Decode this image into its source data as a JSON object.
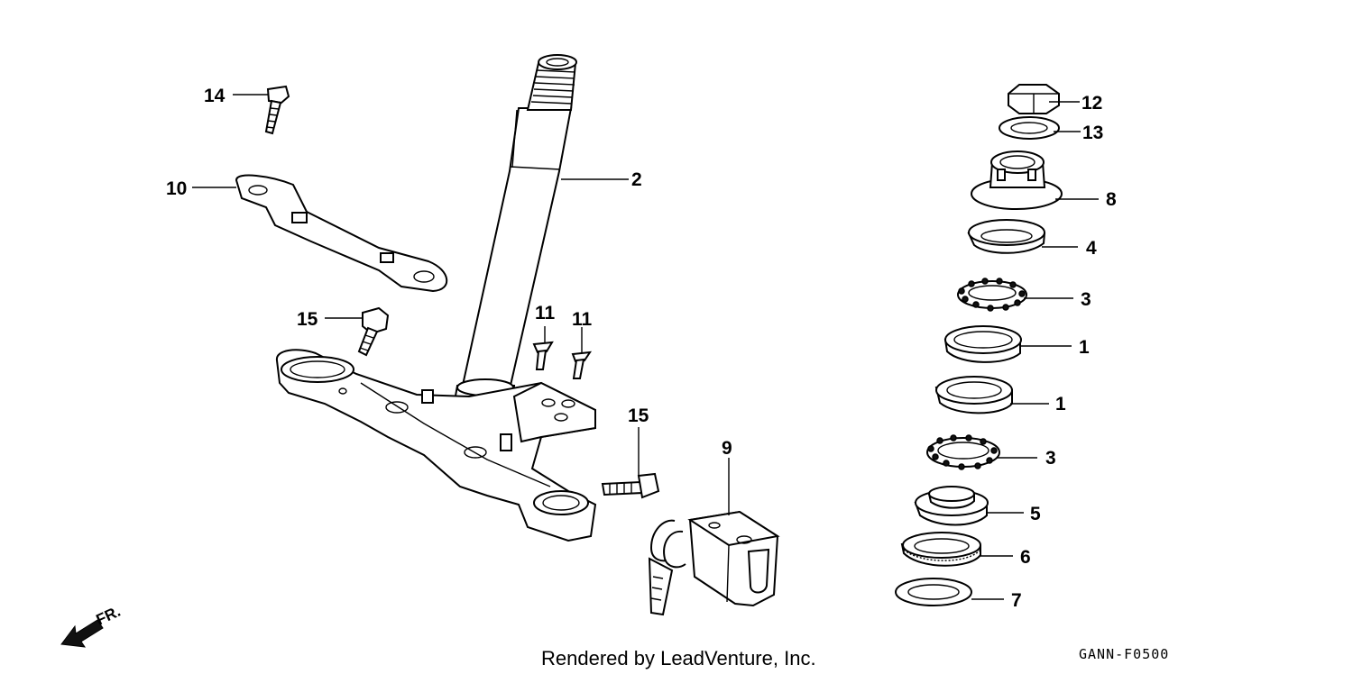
{
  "callouts": {
    "c14": "14",
    "c10": "10",
    "c2": "2",
    "c15a": "15",
    "c11a": "11",
    "c11b": "11",
    "c15b": "15",
    "c9": "9",
    "c12": "12",
    "c13": "13",
    "c8": "8",
    "c4": "4",
    "c3a": "3",
    "c1a": "1",
    "c1b": "1",
    "c3b": "3",
    "c5": "5",
    "c6": "6",
    "c7": "7"
  },
  "direction_label": "FR.",
  "footer": {
    "credit": "Rendered by LeadVenture, Inc.",
    "diagram_code": "GANN-F0500"
  }
}
